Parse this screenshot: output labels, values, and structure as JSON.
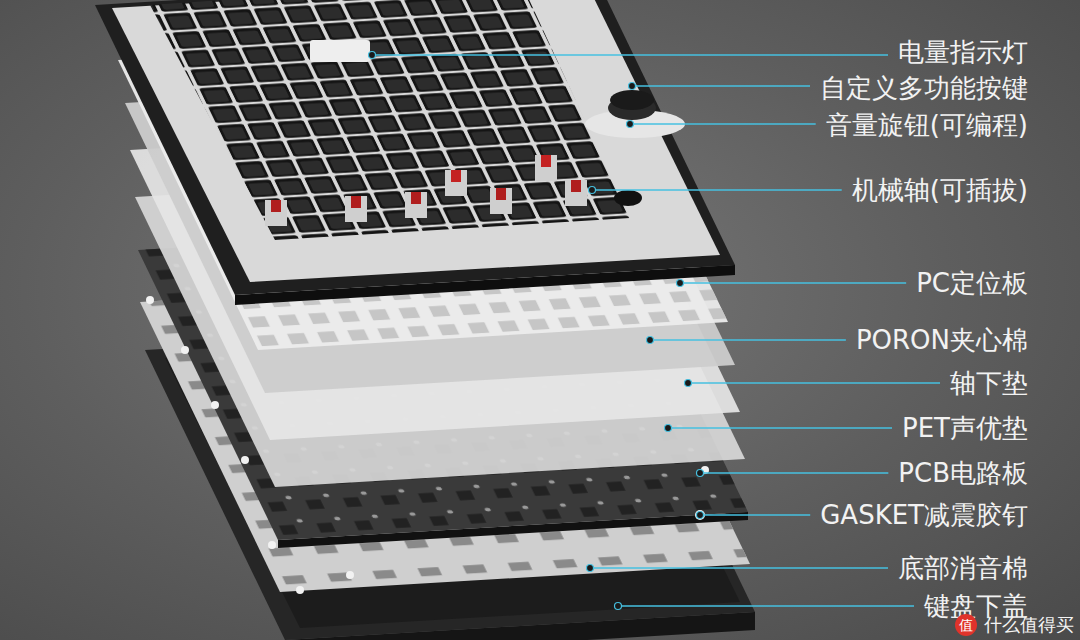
{
  "diagram": {
    "labels": [
      "电量指示灯",
      "自定义多功能按键",
      "音量旋钮(可编程)",
      "机械轴(可插拔)",
      "PC定位板",
      "PORON夹心棉",
      "轴下垫",
      "PET声优垫",
      "PCB电路板",
      "GASKET减震胶钉",
      "底部消音棉",
      "键盘下盖",
      "值",
      "什么值得买"
    ]
  }
}
